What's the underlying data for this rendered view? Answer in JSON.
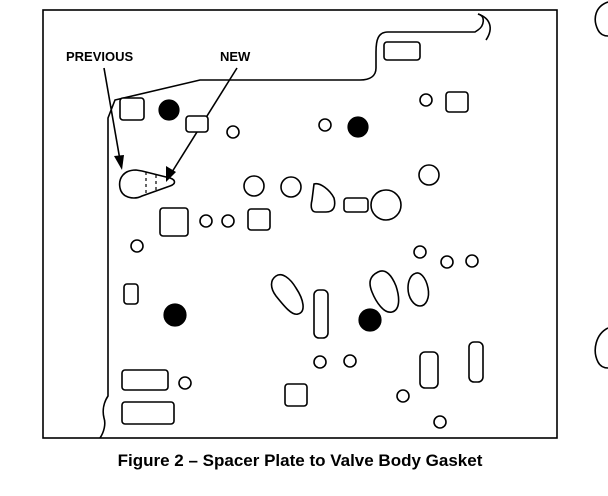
{
  "labels": {
    "previous": "PREVIOUS",
    "new": "NEW"
  },
  "caption": "Figure 2 – Spacer Plate to Valve Body Gasket",
  "colors": {
    "ink": "#000000",
    "paper": "#ffffff"
  }
}
